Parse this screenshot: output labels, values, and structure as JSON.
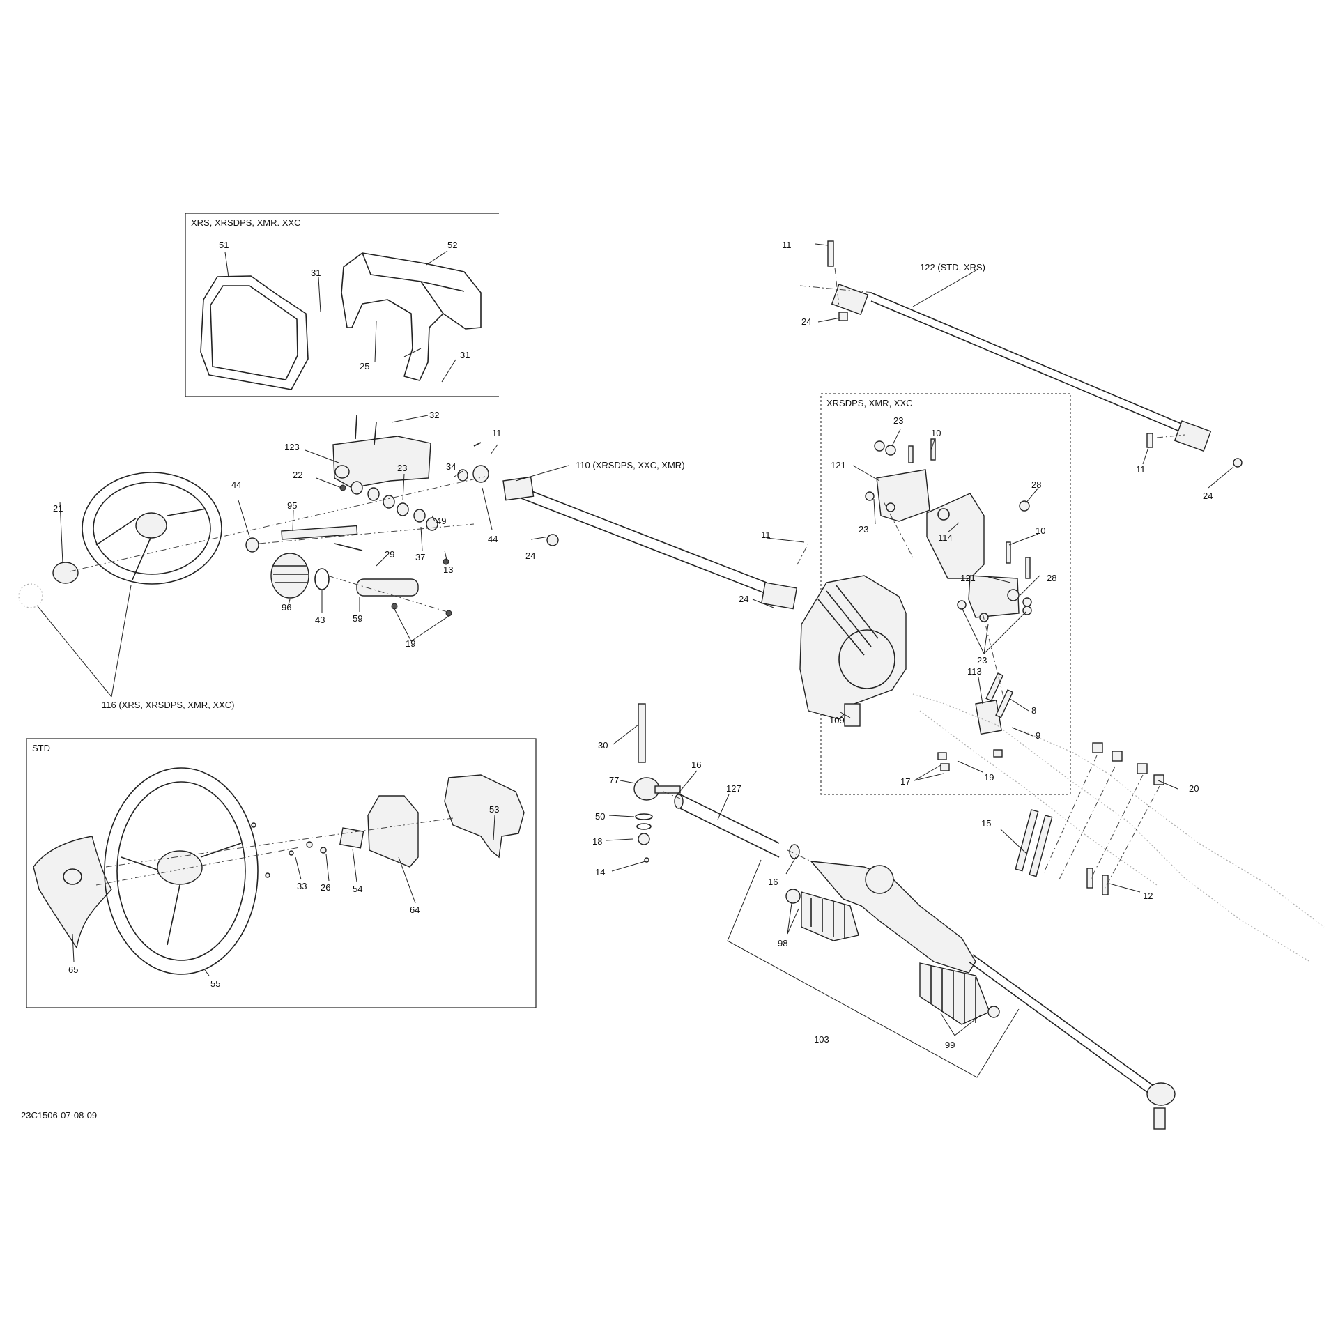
{
  "sections": {
    "xrs_box": "XRS, XRSDPS, XMR. XXC",
    "xrsdps_box": "XRSDPS, XMR, XXC",
    "std_box": "STD"
  },
  "reference_code": "23C1506-07-08-09",
  "callouts": {
    "p51": "51",
    "p52": "52",
    "p31a": "31",
    "p31b": "31",
    "p25": "25",
    "p32": "32",
    "p123": "123",
    "p22": "22",
    "p23a": "23",
    "p34": "34",
    "p11a": "11",
    "p110": "110 (XRSDPS, XXC, XMR)",
    "p44a": "44",
    "p95": "95",
    "p49": "49",
    "p37": "37",
    "p13": "13",
    "p44b": "44",
    "p24a": "24",
    "p21": "21",
    "p29": "29",
    "p96": "96",
    "p43": "43",
    "p59": "59",
    "p19a": "19",
    "p116": "116 (XRS, XRSDPS, XMR, XXC)",
    "p11b": "11",
    "p24b": "24",
    "p11c": "11",
    "p122": "122 (STD, XRS)",
    "p24c": "24",
    "p11d": "11",
    "p24d": "24",
    "p23b": "23",
    "p10a": "10",
    "p121a": "121",
    "p28a": "28",
    "p23c": "23",
    "p114": "114",
    "p10b": "10",
    "p121b": "121",
    "p28b": "28",
    "p23d": "23",
    "p109": "109",
    "p113": "113",
    "p8": "8",
    "p9": "9",
    "p17": "17",
    "p19b": "19",
    "p30": "30",
    "p77": "77",
    "p16a": "16",
    "p127": "127",
    "p50": "50",
    "p18": "18",
    "p14": "14",
    "p16b": "16",
    "p98": "98",
    "p103": "103",
    "p99": "99",
    "p20": "20",
    "p15": "15",
    "p12": "12",
    "p33": "33",
    "p26": "26",
    "p54": "54",
    "p64": "64",
    "p53": "53",
    "p65": "65",
    "p55": "55"
  }
}
